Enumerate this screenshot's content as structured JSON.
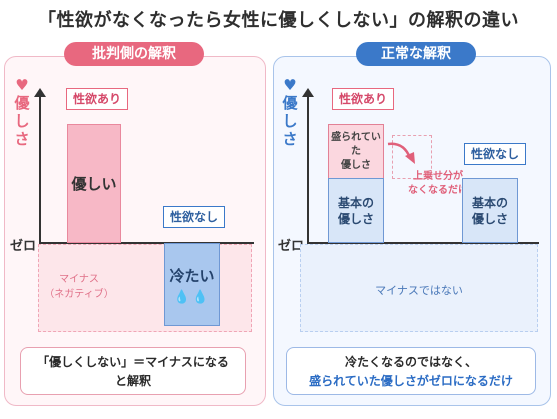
{
  "title": "「性欲がなくなったら女性に優しくしない」の解釈の違い",
  "left_panel": {
    "tag": "批判側の解釈",
    "y_label": "優しさ",
    "zero": "ゼロ",
    "bar_with": {
      "label": "性欲あり",
      "text": "優しい"
    },
    "bar_without": {
      "label": "性欲なし",
      "text": "冷たい"
    },
    "minus_text": "マイナス\n（ネガティブ）",
    "note_line1": "「優しくしない」＝マイナスになる",
    "note_line2": "と解釈"
  },
  "right_panel": {
    "tag": "正常な解釈",
    "y_label": "優しさ",
    "zero": "ゼロ",
    "bar_with": {
      "label": "性欲あり",
      "top_text": "盛られていた\n優しさ",
      "base_text": "基本の\n優しさ"
    },
    "arrow_note": "上乗せ分が\nなくなるだけ",
    "bar_without": {
      "label": "性欲なし",
      "base_text": "基本の\n優しさ"
    },
    "minus_text": "マイナスではない",
    "note_line1": "冷たくなるのではなく、",
    "note_line2": "盛られていた優しさがゼロになるだけ"
  },
  "colors": {
    "pink_accent": "#e8687f",
    "blue_accent": "#3b79c9"
  }
}
